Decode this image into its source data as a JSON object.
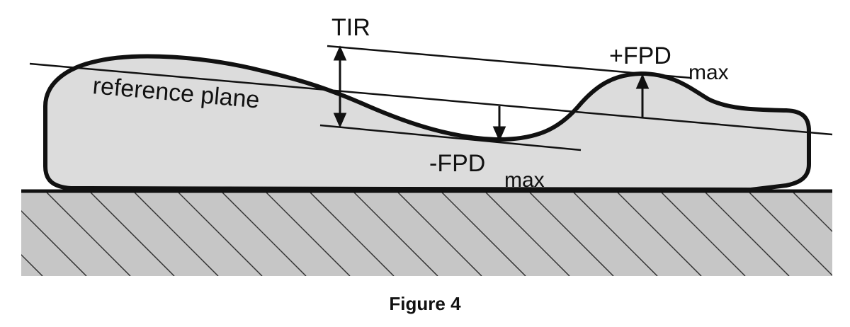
{
  "labels": {
    "tir": "TIR",
    "reference_plane": "reference plane",
    "plus_fpd": "+FPD",
    "plus_fpd_sub": "max",
    "minus_fpd": "-FPD",
    "minus_fpd_sub": "max"
  },
  "caption": "Figure 4",
  "colors": {
    "part_fill": "#dcdcdc",
    "ground_fill": "#c6c6c6",
    "stroke": "#111111"
  }
}
